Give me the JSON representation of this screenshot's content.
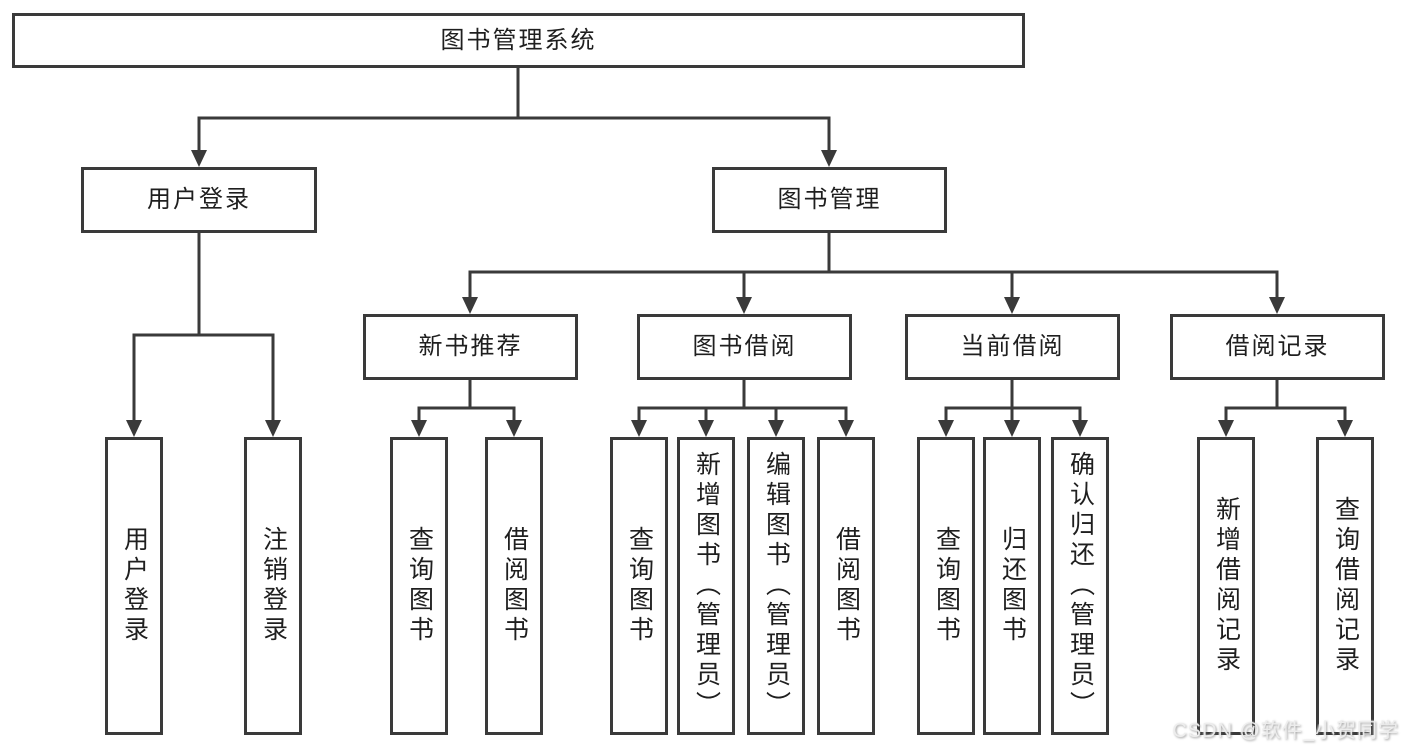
{
  "colors": {
    "background": "#ffffff",
    "line": "#3a3a3a",
    "box_border": "#3a3a3a",
    "text": "#1f1f1f",
    "watermark": "#eeeeee"
  },
  "tree": {
    "label": "图书管理系统",
    "children": [
      {
        "label": "用户登录",
        "children": [
          {
            "label": "用户登录"
          },
          {
            "label": "注销登录"
          }
        ]
      },
      {
        "label": "图书管理",
        "children": [
          {
            "label": "新书推荐",
            "children": [
              {
                "label": "查询图书"
              },
              {
                "label": "借阅图书"
              }
            ]
          },
          {
            "label": "图书借阅",
            "children": [
              {
                "label": "查询图书"
              },
              {
                "label": "新增图书（管理员）"
              },
              {
                "label": "编辑图书（管理员）"
              },
              {
                "label": "借阅图书"
              }
            ]
          },
          {
            "label": "当前借阅",
            "children": [
              {
                "label": "查询图书"
              },
              {
                "label": "归还图书"
              },
              {
                "label": "确认归还（管理员）"
              }
            ]
          },
          {
            "label": "借阅记录",
            "children": [
              {
                "label": "新增借阅记录"
              },
              {
                "label": "查询借阅记录"
              }
            ]
          }
        ]
      }
    ]
  },
  "watermark": {
    "text": "CSDN @软件_小贺同学"
  }
}
